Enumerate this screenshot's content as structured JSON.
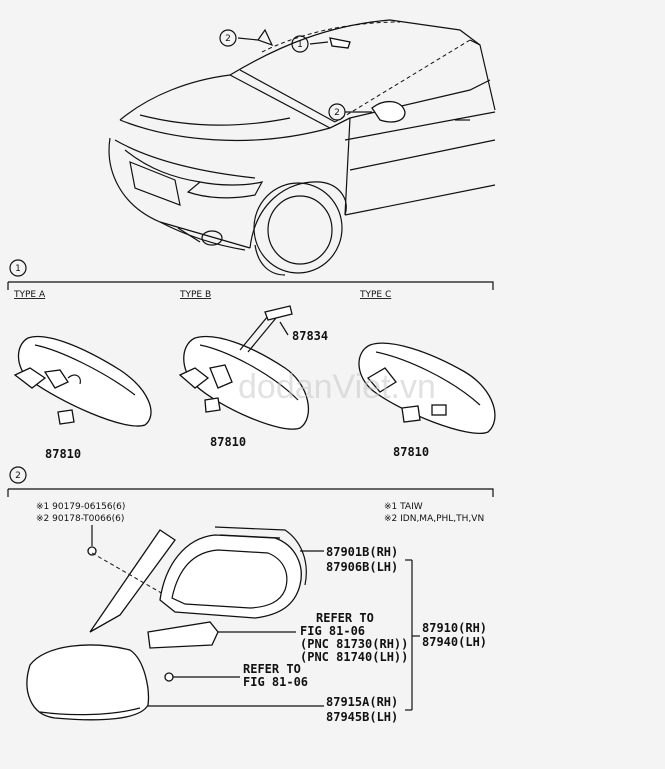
{
  "callouts": {
    "one": "1",
    "two": "2"
  },
  "types": {
    "a": "TYPE A",
    "b": "TYPE B",
    "c": "TYPE C"
  },
  "parts": {
    "p87810a": "87810",
    "p87810b": "87810",
    "p87810c": "87810",
    "p87834": "87834",
    "p87901b": "87901B(RH)",
    "p87906b": "87906B(LH)",
    "p87910": "87910(RH)",
    "p87940": "87940(LH)",
    "p87915a": "87915A(RH)",
    "p87945b": "87945B(LH)"
  },
  "notes": {
    "screw1": "※1 90179-06156(6)",
    "screw2": "※2 90178-T0066(6)",
    "legend1": "※1 TAIW",
    "legend2": "※2 IDN,MA,PHL,TH,VN"
  },
  "refer1": {
    "line1": "REFER TO",
    "line2": "FIG 81-06",
    "line3": "(PNC 81730(RH))",
    "line4": "(PNC 81740(LH))"
  },
  "refer2": {
    "line1": "REFER TO",
    "line2": "FIG 81-06"
  },
  "watermark": "dodanViet.vn"
}
